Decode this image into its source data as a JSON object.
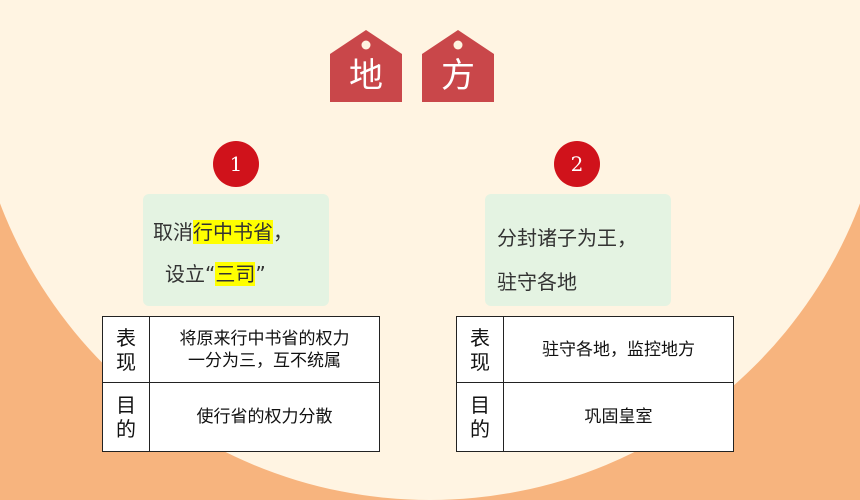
{
  "tags": [
    "地",
    "方"
  ],
  "left": {
    "number": "1",
    "box": {
      "line1_prefix": "取消",
      "line1_highlight": "行中书省",
      "line1_suffix": "，",
      "line2_prefix": "设立“",
      "line2_highlight": "三司",
      "line2_suffix": "”"
    },
    "table": {
      "row1_head_1": "表",
      "row1_head_2": "现",
      "row1_value_1": "将原来行中书省的权力",
      "row1_value_2": "一分为三，互不统属",
      "row2_head_1": "目",
      "row2_head_2": "的",
      "row2_value": "使行省的权力分散"
    }
  },
  "right": {
    "number": "2",
    "box": {
      "line1": "分封诸子为王，",
      "line2": "驻守各地"
    },
    "table": {
      "row1_head_1": "表",
      "row1_head_2": "现",
      "row1_value": "驻守各地，监控地方",
      "row2_head_1": "目",
      "row2_head_2": "的",
      "row2_value": "巩固皇室"
    }
  },
  "colors": {
    "outer_bg": "#F7B47E",
    "inner_bg": "#FFF4E2",
    "tag": "#C9474A",
    "number_circle": "#D0121B",
    "box_bg": "#E4F3E2",
    "highlight": "#FFFF00"
  }
}
